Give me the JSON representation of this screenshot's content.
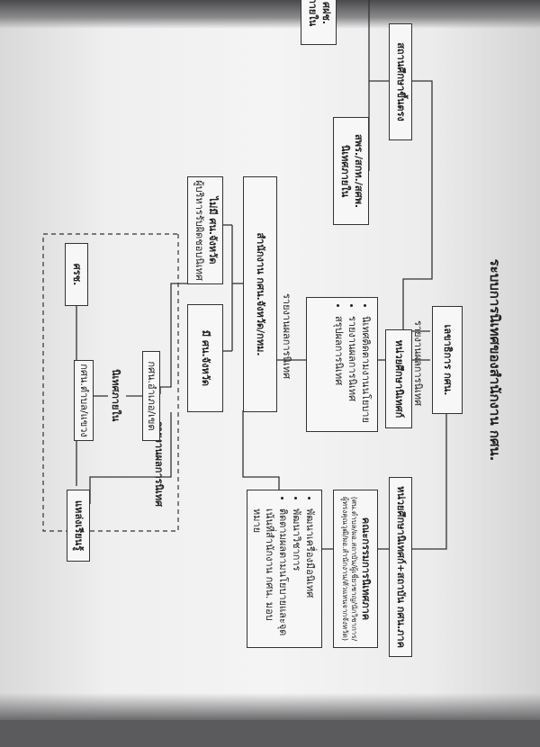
{
  "title": "ระบบการนิเทศของสำนักงาน กศน.",
  "boxes": {
    "lekha": "เลขาธิการ กศน.",
    "lekha_note": "รายงานผลการนิเทศ",
    "nithet_unit": "หน่วยศึกษานิเทศก์",
    "nithet_unit_list": [
      "นิเทศติดตามงานนโยบาย",
      "รายงานผลการนิเทศ",
      "สรุปผลการนิเทศ"
    ],
    "regional": "หน่วยศึกษานิเทศก์+สถาบัน กศน.ภาค",
    "committee": "คณะกรรมการนิเทศภาค",
    "committee_note": "(ศน.ตำบล/ผอ.สถาบัน/ผู้เชี่ยวชาญ/นักวิชาการ/ผู้ทรงคุณวุฒิ/ผอ.สำนักงาน/ตัวแทนจากจังหวัด)",
    "right_list": [
      "พัฒนาเครื่องมือนิเทศ",
      "พัฒนาวิชาการ",
      "ติดตามผลตามนโยบายและจุดเน้นที่สำนักงาน กศน. มอบหมาย"
    ],
    "school": "สถานศึกษาขึ้นตรง",
    "school_nithet": "สพร./สกท./สศพ.\nนิเทศภายใน",
    "sso": "ศว. / ศฝช.\nนิเทศภายใน",
    "province": "สำนักงาน กศน.จังหวัด/กทม.",
    "no_sn": "ไม่มี ศน.จังหวัด",
    "no_sn_note": "ผู้บริหารรับผิดชอบนิเทศ",
    "has_sn": "มี ศน.จังหวัด",
    "report_left": "รายงานผลการนิเทศ",
    "report_bottom": "รายงานผลการนิเทศ",
    "district": "กศน.อำเภอ/เขต",
    "internal": "นิเทศภายใน",
    "subdistrict": "กศน.ตำบล/แขวง",
    "learning": "แหล่งเรียนรู้",
    "sc": "ศรช."
  }
}
